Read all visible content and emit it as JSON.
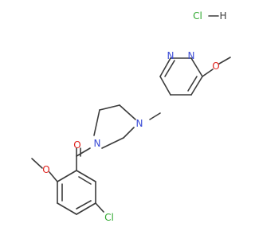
{
  "salt": {
    "label": "HCl · H",
    "cl": "Cl",
    "dash": "–",
    "h": "H"
  },
  "atoms": {
    "n_pyr1": "N",
    "n_pyr2": "N",
    "o_methoxy_top": "O",
    "n_pip_right": "N",
    "n_pip_left": "N",
    "o_carbonyl": "O",
    "o_methoxy_bottom": "O",
    "cl_ring": "Cl"
  },
  "colors": {
    "bond": "#3b3b3b",
    "nitrogen": "#3a4bd6",
    "oxygen": "#e0201b",
    "chlorine": "#2fa82f",
    "hydrogen": "#3b3b3b"
  }
}
